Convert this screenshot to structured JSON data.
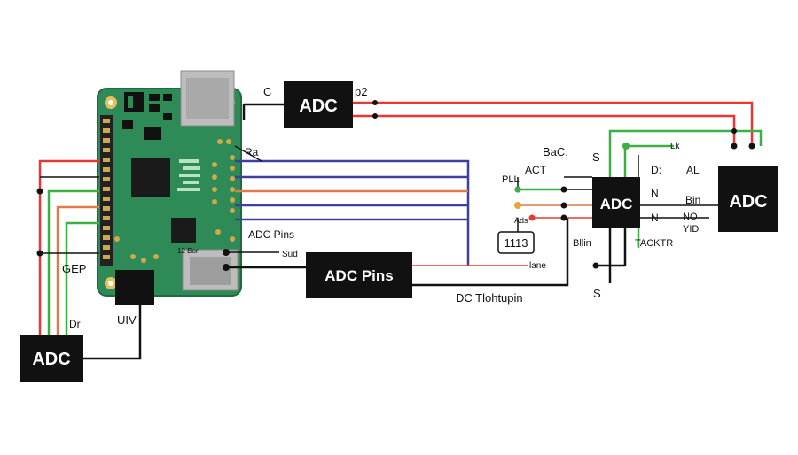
{
  "modules": {
    "adc_top": "ADC",
    "adc_bottom_left": "ADC",
    "adc_pins_mid": "ADC Pins",
    "adc_center_right": "ADC",
    "adc_far_right": "ADC"
  },
  "labels": {
    "c1": "C",
    "p2": "p2",
    "ra": "Ra",
    "adc_pins": "ADC Pins",
    "gep": "GEP",
    "dr": "Dr",
    "uiv": "UIV",
    "sud": "Sud",
    "lane": "lane",
    "dc_tlohtupin": "DC Tlohtupin",
    "bac": "BaC.",
    "act": "ACT",
    "pll": "PLL",
    "ads": "Ads",
    "s_top": "S",
    "s_bottom": "S",
    "d": "D:",
    "n1": "N",
    "n2": "N",
    "al": "AL",
    "lk": "Lk",
    "bin": "Bin",
    "no": "NO",
    "yid": "YID",
    "bllin": "Bllin",
    "tackt": "TACKTR",
    "box_1113": "1113"
  },
  "board": {
    "chip_main": "",
    "chip_small": "",
    "pin_text": "12 Bon"
  },
  "colors": {
    "board": "#2e8b57",
    "red": "#e53935",
    "blue": "#3f3fa0",
    "green": "#3cb043",
    "orange": "#e07a4a",
    "black": "#111111"
  }
}
